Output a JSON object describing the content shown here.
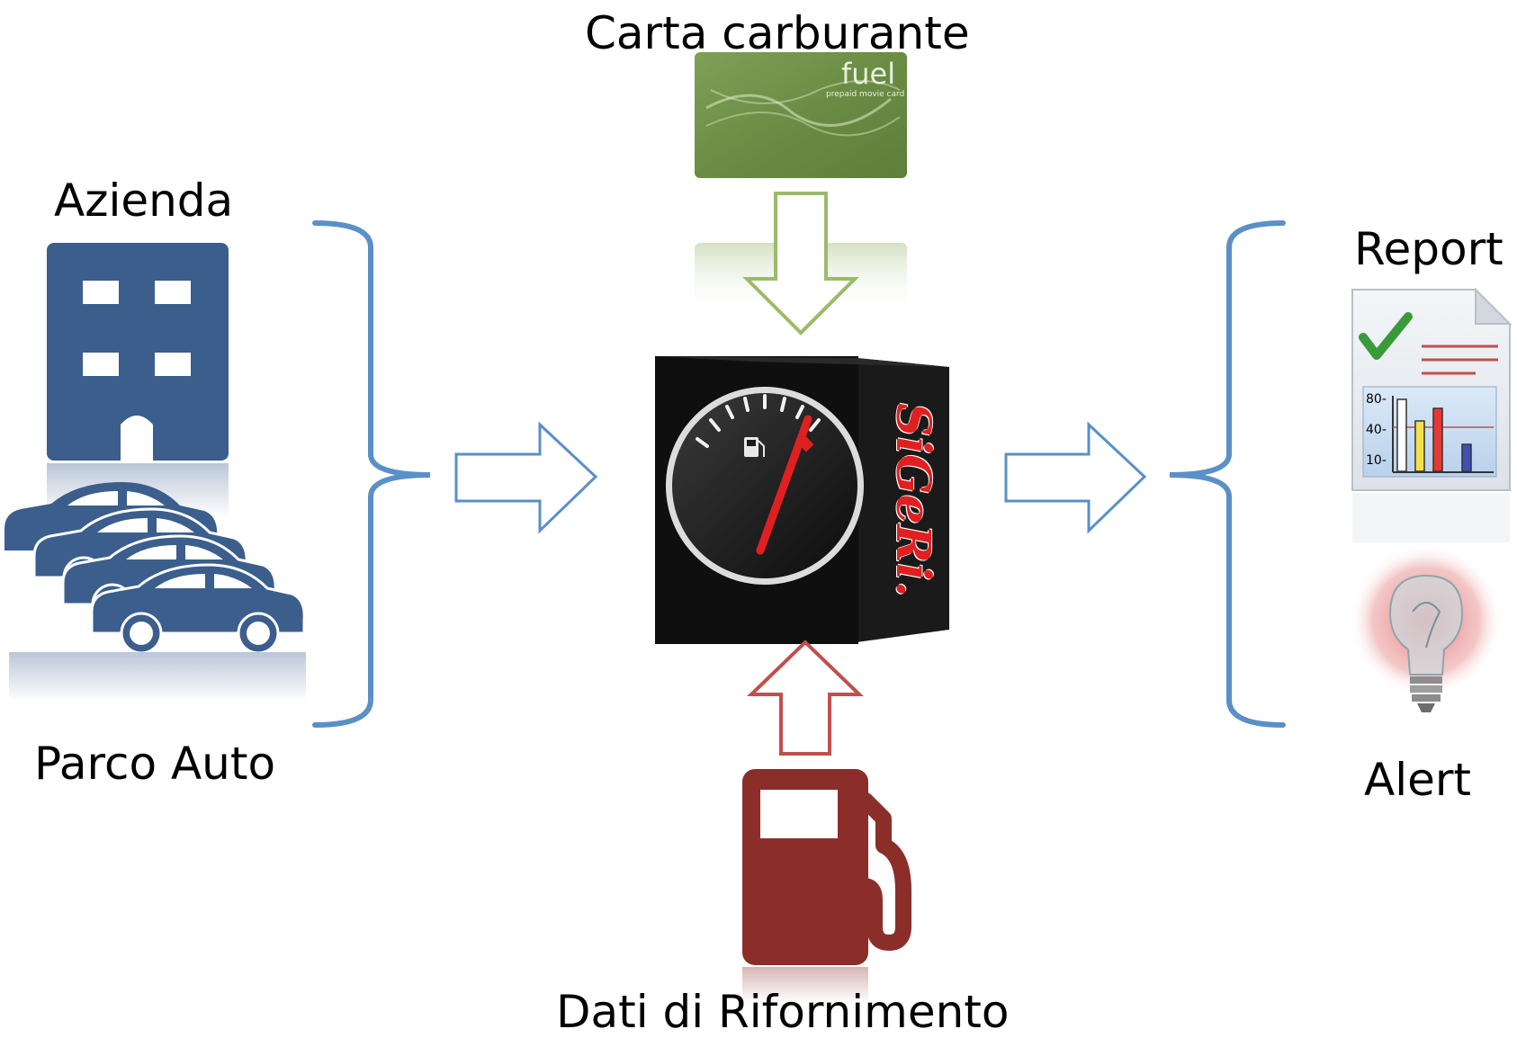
{
  "labels": {
    "top": "Carta carburante",
    "company": "Azienda",
    "fleet": "Parco Auto",
    "report": "Report",
    "alert": "Alert",
    "bottom": "Dati di Rifornimento"
  },
  "card": {
    "brand": "fuel",
    "subtitle": "prepaid movie card"
  },
  "device": {
    "brand": "SiGeRi."
  },
  "report_chart": {
    "y_ticks": [
      "80-",
      "40-",
      "10-"
    ]
  },
  "colors": {
    "blue": "#3b5e8c",
    "arrow_blue": "#5b8fc7",
    "green": "#9bbb6a",
    "red_arrow": "#c0504d",
    "pump_red": "#8b2e2a",
    "card_green": "#6f8f4a"
  },
  "icons": [
    "building-icon",
    "cars-icon",
    "fuel-card-icon",
    "gauge-device-icon",
    "fuel-pump-icon",
    "report-icon",
    "lightbulb-icon"
  ]
}
